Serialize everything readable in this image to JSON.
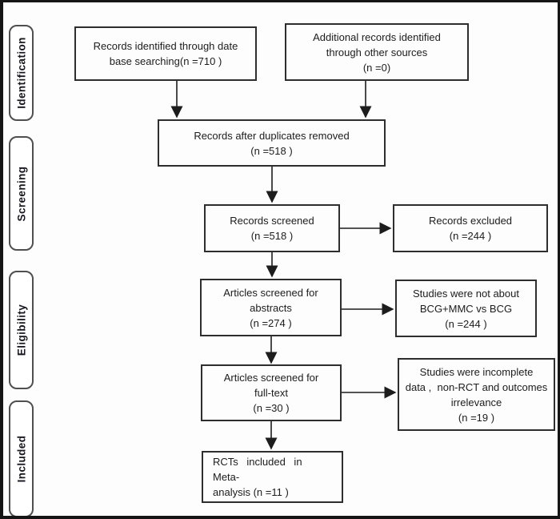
{
  "diagram": {
    "stages": [
      {
        "id": "identification",
        "label": "Identification"
      },
      {
        "id": "screening",
        "label": "Screening"
      },
      {
        "id": "eligibility",
        "label": "Eligibility"
      },
      {
        "id": "included",
        "label": "Included"
      }
    ],
    "boxes": [
      {
        "id": "records-identified",
        "lines": [
          "Records identified through date",
          "base searching(n =710 )"
        ]
      },
      {
        "id": "additional-records",
        "lines": [
          "Additional records identified",
          "through other sources",
          "(n =0)"
        ]
      },
      {
        "id": "duplicates-removed",
        "lines": [
          "Records after duplicates removed",
          "(n =518 )"
        ]
      },
      {
        "id": "records-screened",
        "lines": [
          "Records screened",
          "(n =518 )"
        ]
      },
      {
        "id": "records-excluded",
        "lines": [
          "Records excluded",
          "(n =244 )"
        ]
      },
      {
        "id": "abstracts-screened",
        "lines": [
          "Articles screened for",
          "abstracts",
          "(n =274 )"
        ]
      },
      {
        "id": "studies-not-about",
        "lines": [
          "Studies were not about",
          "BCG+MMC vs BCG",
          "(n =244 )"
        ]
      },
      {
        "id": "fulltext-screened",
        "lines": [
          "Articles screened for",
          "full-text",
          "(n =30 )"
        ]
      },
      {
        "id": "incomplete-data",
        "lines": [
          "Studies were incomplete",
          "data ,  non-RCT and outcomes",
          "irrelevance",
          "(n =19 )"
        ]
      },
      {
        "id": "rcts-included",
        "lines": [
          "RCTs included in Meta-",
          "analysis (n =11 )"
        ]
      }
    ],
    "counts": {
      "identified": 710,
      "additional": 0,
      "after_duplicates": 518,
      "screened": 518,
      "excluded": 244,
      "abstracts_screened": 274,
      "not_about_topic": 244,
      "fulltext_screened": 30,
      "fulltext_excluded": 19,
      "included_rcts": 11
    },
    "palette": {
      "ink": "#1c1c1c",
      "box_border": "#2e2e2e",
      "stage_border": "#4f4f4f",
      "frame_border": "#151515",
      "background": "#fdfdfd"
    }
  }
}
